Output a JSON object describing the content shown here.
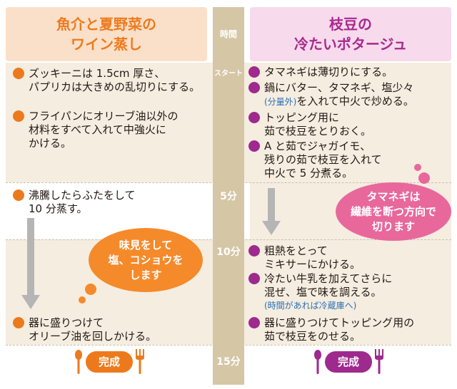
{
  "left_title": [
    "魚介と夏野菜の",
    "ワイン蒸し"
  ],
  "right_title": [
    "枝豆の",
    "冷たいポタージュ"
  ],
  "time_header": "時間",
  "times": {
    "start": "スタート",
    "t5": "5分",
    "t10": "10分",
    "t15": "15分"
  },
  "left_steps": {
    "s1": [
      "ズッキーニは 1.5cm 厚さ、",
      "パプリカは大きめの乱切りにする。"
    ],
    "s2": [
      "フライパンにオリーブ油以外の",
      "材料をすべて入れて中強火に",
      "かける。"
    ],
    "s3": [
      "沸騰したらふたをして",
      "10 分蒸す。"
    ],
    "s4": [
      "器に盛りつけて",
      "オリーブ油を回しかける。"
    ]
  },
  "left_bubble": [
    "味見をして",
    "塩、コショウを",
    "します"
  ],
  "right_steps": {
    "s1": [
      "タマネギは薄切りにする。"
    ],
    "s2a": "鍋にバター、タマネギ、塩少々",
    "s2_note": "(分量外)",
    "s2b": "を入れて中火で炒める。",
    "s3": [
      "トッピング用に",
      "茹で枝豆をとりおく。"
    ],
    "s4": [
      "A と茹でジャガイモ、",
      "残りの茹で枝豆を入れて",
      "中火で 5 分煮る。"
    ],
    "s5": [
      "粗熱をとって",
      "ミキサーにかける。"
    ],
    "s6": [
      "冷たい牛乳を加えてさらに",
      "混ぜ、塩で味を調える。"
    ],
    "s6_note": "(時間があれば冷蔵庫へ)",
    "s7": [
      "器に盛りつけてトッピング用の",
      "茹で枝豆をのせる。"
    ]
  },
  "right_bubble": [
    "タマネギは",
    "繊維を断つ方向で",
    "切ります"
  ],
  "done_label": "完成",
  "colors": {
    "orange": "#ec7a1c",
    "purple": "#9e2a8e",
    "pink": "#e8689c",
    "time_bg": "#d5c6a6"
  }
}
